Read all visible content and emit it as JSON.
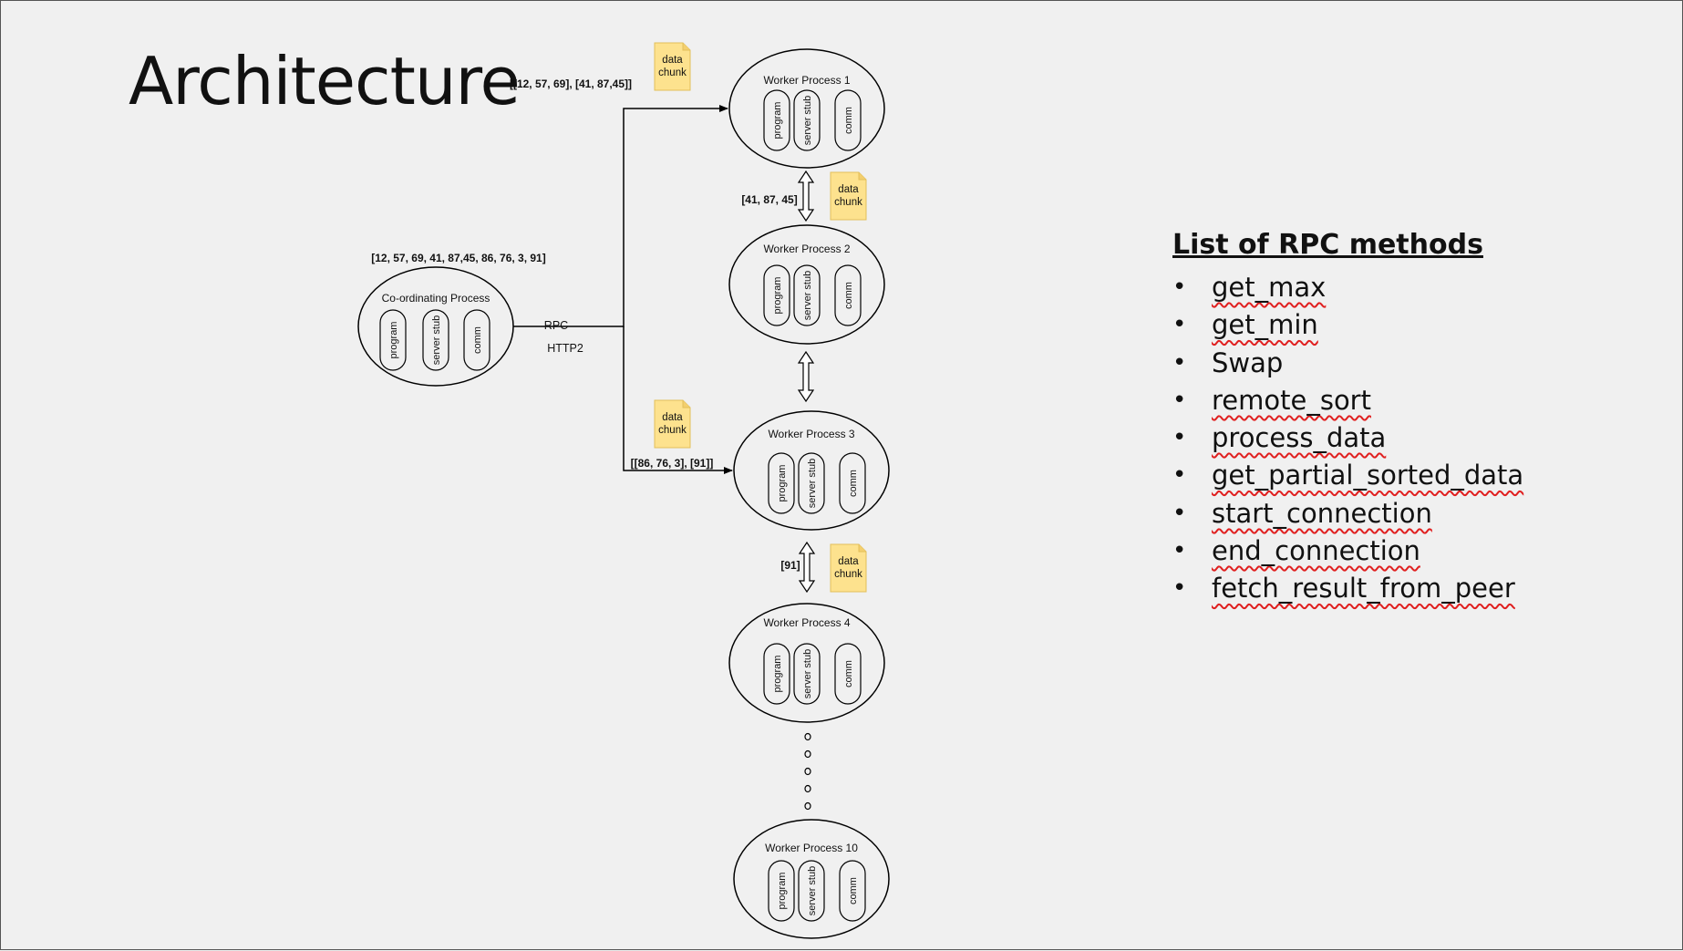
{
  "slide": {
    "title": "Architecture"
  },
  "coordinator": {
    "label": "Co-ordinating Process",
    "input_array": "[12, 57, 69, 41, 87,45, 86, 76, 3, 91]",
    "link_label": "RPC",
    "protocol_label": "HTTP2"
  },
  "components": [
    "program",
    "server stub",
    "comm"
  ],
  "workers": [
    {
      "label": "Worker Process 1"
    },
    {
      "label": "Worker Process 2"
    },
    {
      "label": "Worker Process 3"
    },
    {
      "label": "Worker Process 4"
    },
    {
      "label": "Worker Process 10"
    }
  ],
  "chunks": {
    "top_payload": "[[12, 57, 69], [41, 87,45]]",
    "w1_w2_payload": "[41, 87, 45]",
    "bottom_payload": "[[86, 76, 3], [91]]",
    "w3_w4_payload": "[91]",
    "note_line1": "data",
    "note_line2": "chunk"
  },
  "rpc_methods": {
    "heading": "List of RPC methods",
    "items": [
      {
        "name": "get_max",
        "spell_flag": true
      },
      {
        "name": "get_min",
        "spell_flag": true
      },
      {
        "name": "Swap",
        "spell_flag": false
      },
      {
        "name": "remote_sort",
        "spell_flag": true
      },
      {
        "name": "process_data",
        "spell_flag": true
      },
      {
        "name": "get_partial_sorted_data",
        "spell_flag": true
      },
      {
        "name": "start_connection",
        "spell_flag": true
      },
      {
        "name": "end_connection",
        "spell_flag": true
      },
      {
        "name": "fetch_result_from_peer",
        "spell_flag": true
      }
    ]
  },
  "colors": {
    "note_fill": "#fde28e",
    "note_stroke": "#e2bf5a",
    "line": "#000000",
    "spellcheck": "#e02020"
  }
}
